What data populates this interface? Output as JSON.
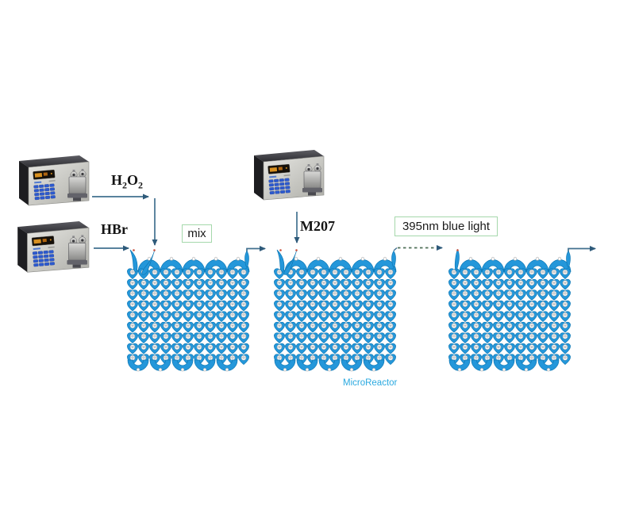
{
  "diagram": {
    "reagent_labels": {
      "h2o2_base": "H",
      "h2o2_sub1": "2",
      "h2o2_mid": "O",
      "h2o2_sub2": "2",
      "hbr": "HBr",
      "m207": "M207"
    },
    "annotations": {
      "mix": "mix",
      "blue_light": "395nm blue light",
      "microreactor": "MicroReactor"
    },
    "colors": {
      "chip_blue": "#2497da",
      "chip_outline": "#0f79b6",
      "flow_line": "#41708f",
      "arrowhead": "#2e5a7a",
      "dashed_line_green": "#4f6f57",
      "box_border_green": "#a5d8ab",
      "microreactor_text_blue": "#2aa9e0",
      "inlet_port_red": "#c9503c"
    }
  }
}
